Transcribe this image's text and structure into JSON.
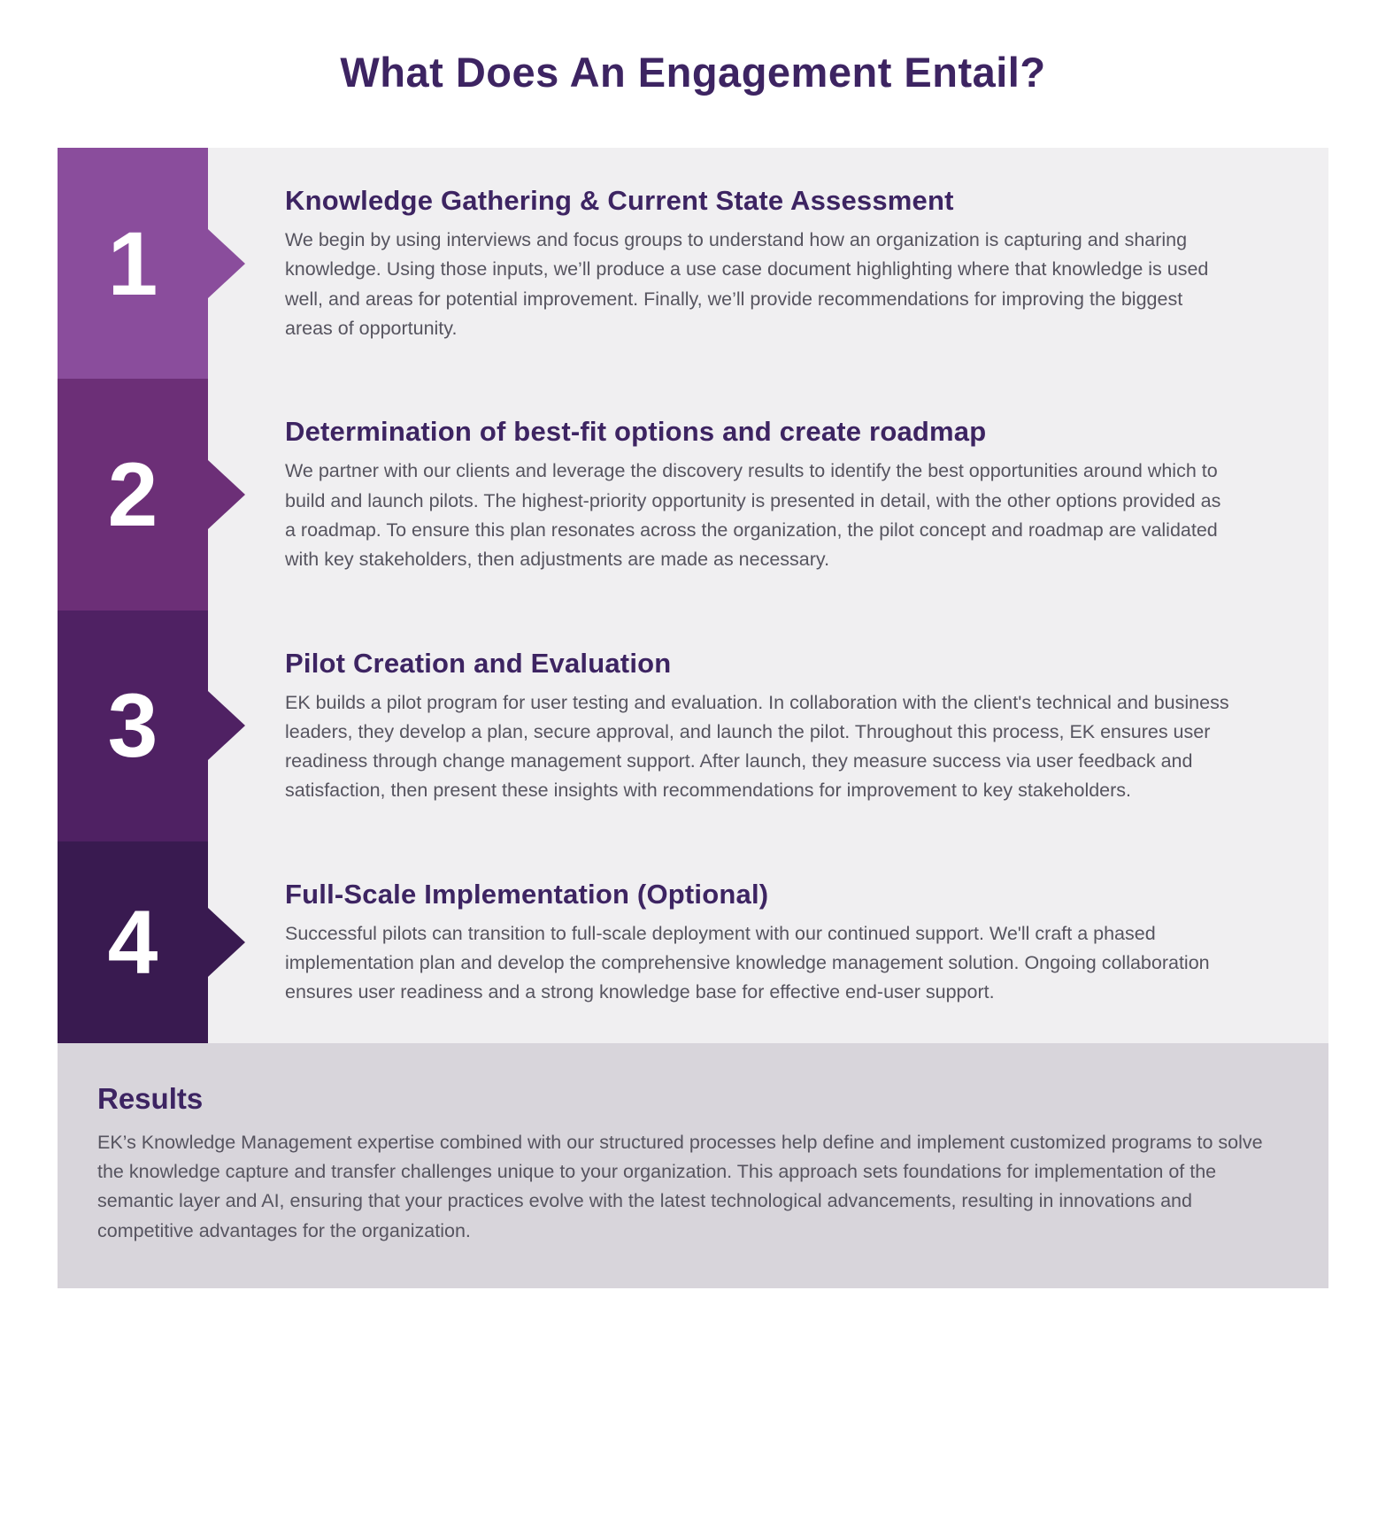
{
  "page": {
    "title": "What Does An Engagement Entail?"
  },
  "colors": {
    "title": "#3d2462",
    "steps_bg": "#f0eff1",
    "results_bg": "#d8d5db",
    "step_1": "#8a4d9c",
    "step_2": "#6c2f77",
    "step_3": "#4f2163",
    "step_4": "#391a50"
  },
  "steps": [
    {
      "number": "1",
      "color": "#8a4d9c",
      "heading": "Knowledge Gathering & Current State Assessment",
      "body": "We begin by using interviews and focus groups to understand how an organization is capturing and sharing knowledge. Using those inputs, we’ll produce a use case document highlighting where that knowledge is used well, and areas for potential improvement. Finally, we’ll provide recommendations for improving the biggest areas of opportunity."
    },
    {
      "number": "2",
      "color": "#6c2f77",
      "heading": "Determination of best-fit options and create roadmap",
      "body": "We partner with our clients and leverage the discovery results to identify the best opportunities around which to build and launch pilots. The highest-priority opportunity is presented in detail, with the other options provided as a roadmap. To ensure this plan resonates across the organization, the pilot concept and roadmap are validated with key stakeholders, then adjustments are made as necessary."
    },
    {
      "number": "3",
      "color": "#4f2163",
      "heading": "Pilot Creation and Evaluation",
      "body": "EK builds a pilot program for user testing and evaluation.  In collaboration with the client's technical and business leaders, they develop a plan, secure approval, and launch the pilot. Throughout this process, EK ensures user readiness through change management support. After launch, they measure success via user feedback and satisfaction, then present these insights with recommendations for improvement to key stakeholders."
    },
    {
      "number": "4",
      "color": "#391a50",
      "heading": "Full-Scale Implementation (Optional)",
      "body": "Successful pilots can transition to full-scale deployment with our continued support. We'll craft a phased implementation plan and develop the comprehensive knowledge management solution. Ongoing collaboration ensures user readiness and a strong knowledge base for effective end-user support."
    }
  ],
  "results": {
    "heading": "Results",
    "body": "EK’s Knowledge Management expertise combined with our structured processes help define and implement customized programs to solve the knowledge capture and transfer challenges unique to your organization. This approach sets foundations for implementation of the semantic layer and AI, ensuring that your practices evolve with the latest technological advancements, resulting in innovations and competitive advantages for the organization."
  }
}
